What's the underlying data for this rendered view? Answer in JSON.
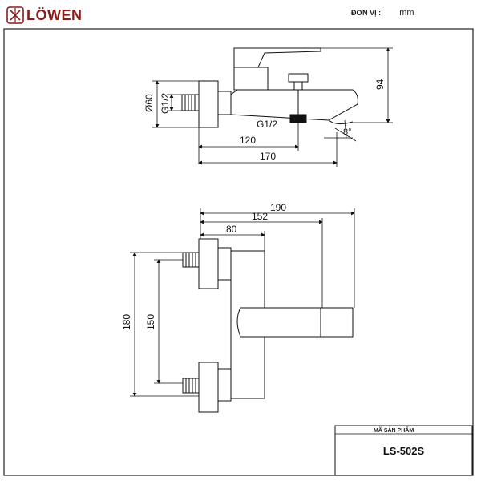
{
  "brand": {
    "name": "LÖWEN"
  },
  "units": {
    "label": "ĐƠN VỊ :",
    "value": "mm"
  },
  "top_view": {
    "dim_diameter": "Ø60",
    "dim_thread_left": "G1/2",
    "dim_thread_bottom": "G1/2",
    "dim_height": "94",
    "dim_angle": "8°",
    "dim_120": "120",
    "dim_170": "170"
  },
  "front_view": {
    "dim_190": "190",
    "dim_152": "152",
    "dim_80": "80",
    "dim_180": "180",
    "dim_150": "150"
  },
  "title_block": {
    "header": "MÃ SẢN PHẨM",
    "code": "LS-502S"
  }
}
